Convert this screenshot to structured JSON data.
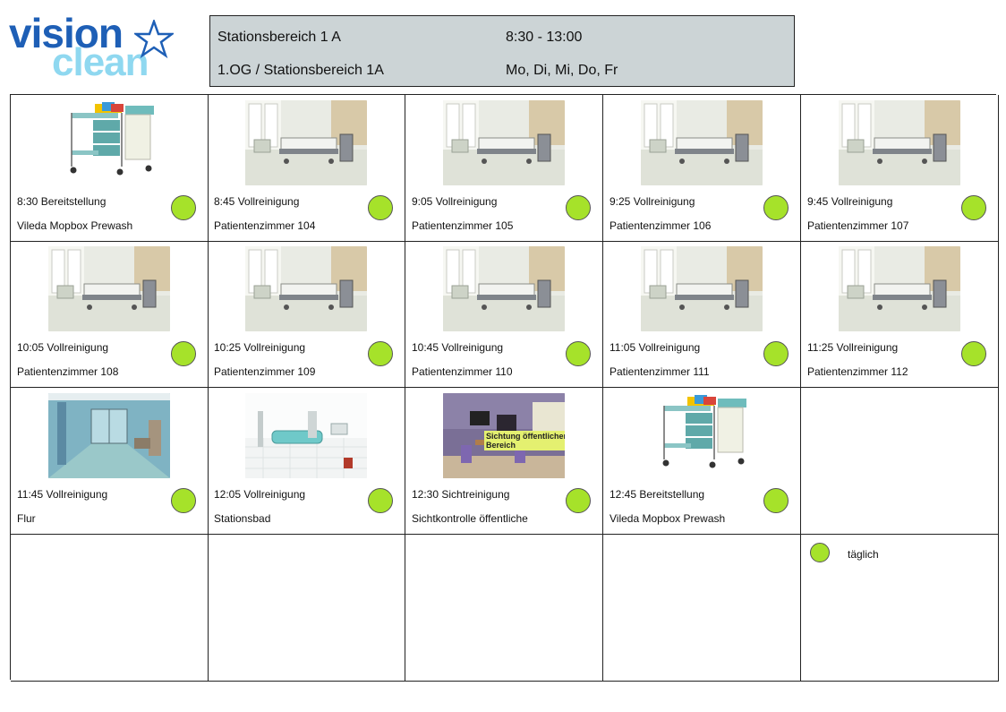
{
  "logo": {
    "line1": "vision",
    "line2": "clean"
  },
  "header": {
    "area": "Stationsbereich 1 A",
    "time_range": "8:30 - 13:00",
    "location": "1.OG / Stationsbereich 1A",
    "days": "Mo, Di, Mi, Do, Fr"
  },
  "tasks": [
    {
      "time": "8:30  Bereitstellung",
      "label": "Vileda Mopbox Prewash",
      "image": "cart"
    },
    {
      "time": "8:45  Vollreinigung",
      "label": "Patientenzimmer 104",
      "image": "room"
    },
    {
      "time": "9:05  Vollreinigung",
      "label": "Patientenzimmer 105",
      "image": "room"
    },
    {
      "time": "9:25  Vollreinigung",
      "label": "Patientenzimmer 106",
      "image": "room"
    },
    {
      "time": "9:45  Vollreinigung",
      "label": "Patientenzimmer 107",
      "image": "room"
    },
    {
      "time": "10:05  Vollreinigung",
      "label": "Patientenzimmer 108",
      "image": "room"
    },
    {
      "time": "10:25  Vollreinigung",
      "label": "Patientenzimmer 109",
      "image": "room"
    },
    {
      "time": "10:45  Vollreinigung",
      "label": "Patientenzimmer 110",
      "image": "room"
    },
    {
      "time": "11:05  Vollreinigung",
      "label": "Patientenzimmer 111",
      "image": "room"
    },
    {
      "time": "11:25  Vollreinigung",
      "label": "Patientenzimmer 112",
      "image": "room"
    },
    {
      "time": "11:45  Vollreinigung",
      "label": "Flur",
      "image": "corridor"
    },
    {
      "time": "12:05  Vollreinigung",
      "label": "Stationsbad",
      "image": "bath"
    },
    {
      "time": "12:30  Sichtreinigung",
      "label": "Sichtkontrolle öffentliche",
      "image": "public"
    },
    {
      "time": "12:45  Bereitstellung",
      "label": "Vileda Mopbox Prewash",
      "image": "cart"
    }
  ],
  "public_overlay": "Sichtung öffentlicher Bereich",
  "legend": {
    "label": "täglich",
    "color": "#a6e22a"
  },
  "colors": {
    "dot": "#a6e22a",
    "header_bg": "#ccd4d6",
    "logo_blue": "#1e5fb6",
    "logo_light": "#8fd8f0"
  }
}
